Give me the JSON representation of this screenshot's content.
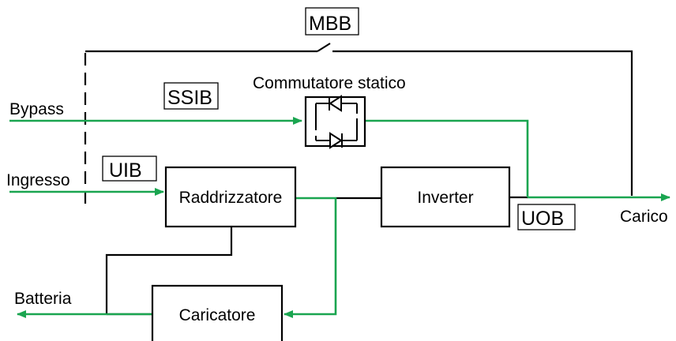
{
  "diagram": {
    "colors": {
      "power_flow": "#1aa550",
      "wire": "#000000",
      "background": "#ffffff"
    },
    "inputs": {
      "bypass": "Bypass",
      "mains": "Ingresso"
    },
    "outputs": {
      "load": "Carico",
      "battery": "Batteria"
    },
    "switches": {
      "maintenance_bypass": "MBB",
      "static_switch_input": "SSIB",
      "unit_input": "UIB",
      "unit_output": "UOB"
    },
    "components": {
      "static_switch": "Commutatore statico",
      "rectifier": "Raddrizzatore",
      "inverter": "Inverter",
      "charger": "Caricatore"
    }
  }
}
